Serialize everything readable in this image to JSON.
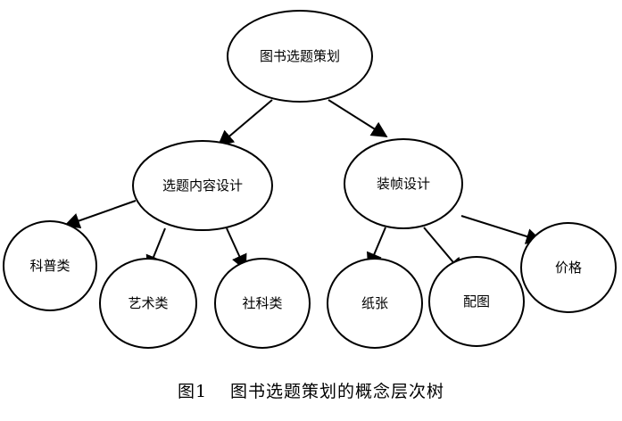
{
  "diagram": {
    "root": {
      "label": "图书选题策划"
    },
    "branches": [
      {
        "label": "选题内容设计",
        "children": [
          {
            "label": "科普类"
          },
          {
            "label": "艺术类"
          },
          {
            "label": "社科类"
          }
        ]
      },
      {
        "label": "装帧设计",
        "children": [
          {
            "label": "纸张"
          },
          {
            "label": "配图"
          },
          {
            "label": "价格"
          }
        ]
      }
    ]
  },
  "caption": {
    "number": "图1",
    "title": "图书选题策划的概念层次树"
  },
  "colors": {
    "stroke": "#000000",
    "background": "#ffffff"
  }
}
